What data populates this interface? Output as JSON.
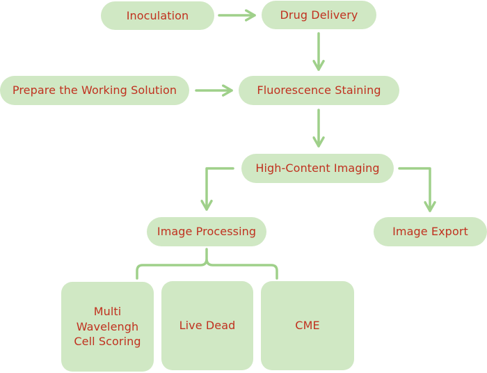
{
  "colors": {
    "node_fill": "#d0e8c4",
    "text": "#c0311f",
    "connector": "#9fd08a",
    "background": "#ffffff"
  },
  "nodes": {
    "inoculation": "Inoculation",
    "drug_delivery": "Drug Delivery",
    "prepare_working_solution": "Prepare the Working Solution",
    "fluorescence_staining": "Fluorescence Staining",
    "high_content_imaging": "High-Content Imaging",
    "image_processing": "Image Processing",
    "image_export": "Image Export",
    "multi_wavelength_cell_scoring": [
      "Multi",
      "Wavelengh",
      "Cell Scoring"
    ],
    "live_dead": "Live Dead",
    "cme": "CME"
  }
}
